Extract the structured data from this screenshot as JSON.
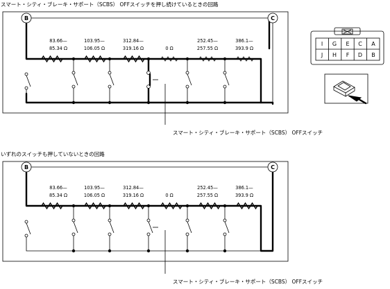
{
  "top": {
    "title": "スマート・シティ・ブレーキ・サポート（SCBS） OFFスイッチを押し続けているときの回路",
    "caption": "スマート・シティ・ブレーキ・サポート（SCBS） OFFスイッチ",
    "node_left": "B",
    "node_right": "C",
    "resistors": [
      {
        "line1": "83.66—",
        "line2": "85.34 Ω"
      },
      {
        "line1": "103.95—",
        "line2": "106.05 Ω"
      },
      {
        "line1": "312.84—",
        "line2": "319.16 Ω"
      },
      {
        "line1": "",
        "line2": "0 Ω"
      },
      {
        "line1": "252.45—",
        "line2": "257.55 Ω"
      },
      {
        "line1": "386.1—",
        "line2": "393.9 Ω"
      }
    ]
  },
  "bottom": {
    "title": "いずれのスイッチも押していないときの回路",
    "caption": "スマート・シティ・ブレーキ・サポート（SCBS） OFFスイッチ",
    "node_left": "B",
    "node_right": "C",
    "resistors": [
      {
        "line1": "83.66—",
        "line2": "85.34 Ω"
      },
      {
        "line1": "103.95—",
        "line2": "106.05 Ω"
      },
      {
        "line1": "312.84—",
        "line2": "319.16 Ω"
      },
      {
        "line1": "",
        "line2": "0 Ω"
      },
      {
        "line1": "252.45—",
        "line2": "257.55 Ω"
      },
      {
        "line1": "386.1—",
        "line2": "393.9 Ω"
      }
    ]
  },
  "connector": {
    "row1": [
      "I",
      "G",
      "E",
      "C",
      "A"
    ],
    "row2": [
      "J",
      "H",
      "F",
      "D",
      "B"
    ]
  }
}
